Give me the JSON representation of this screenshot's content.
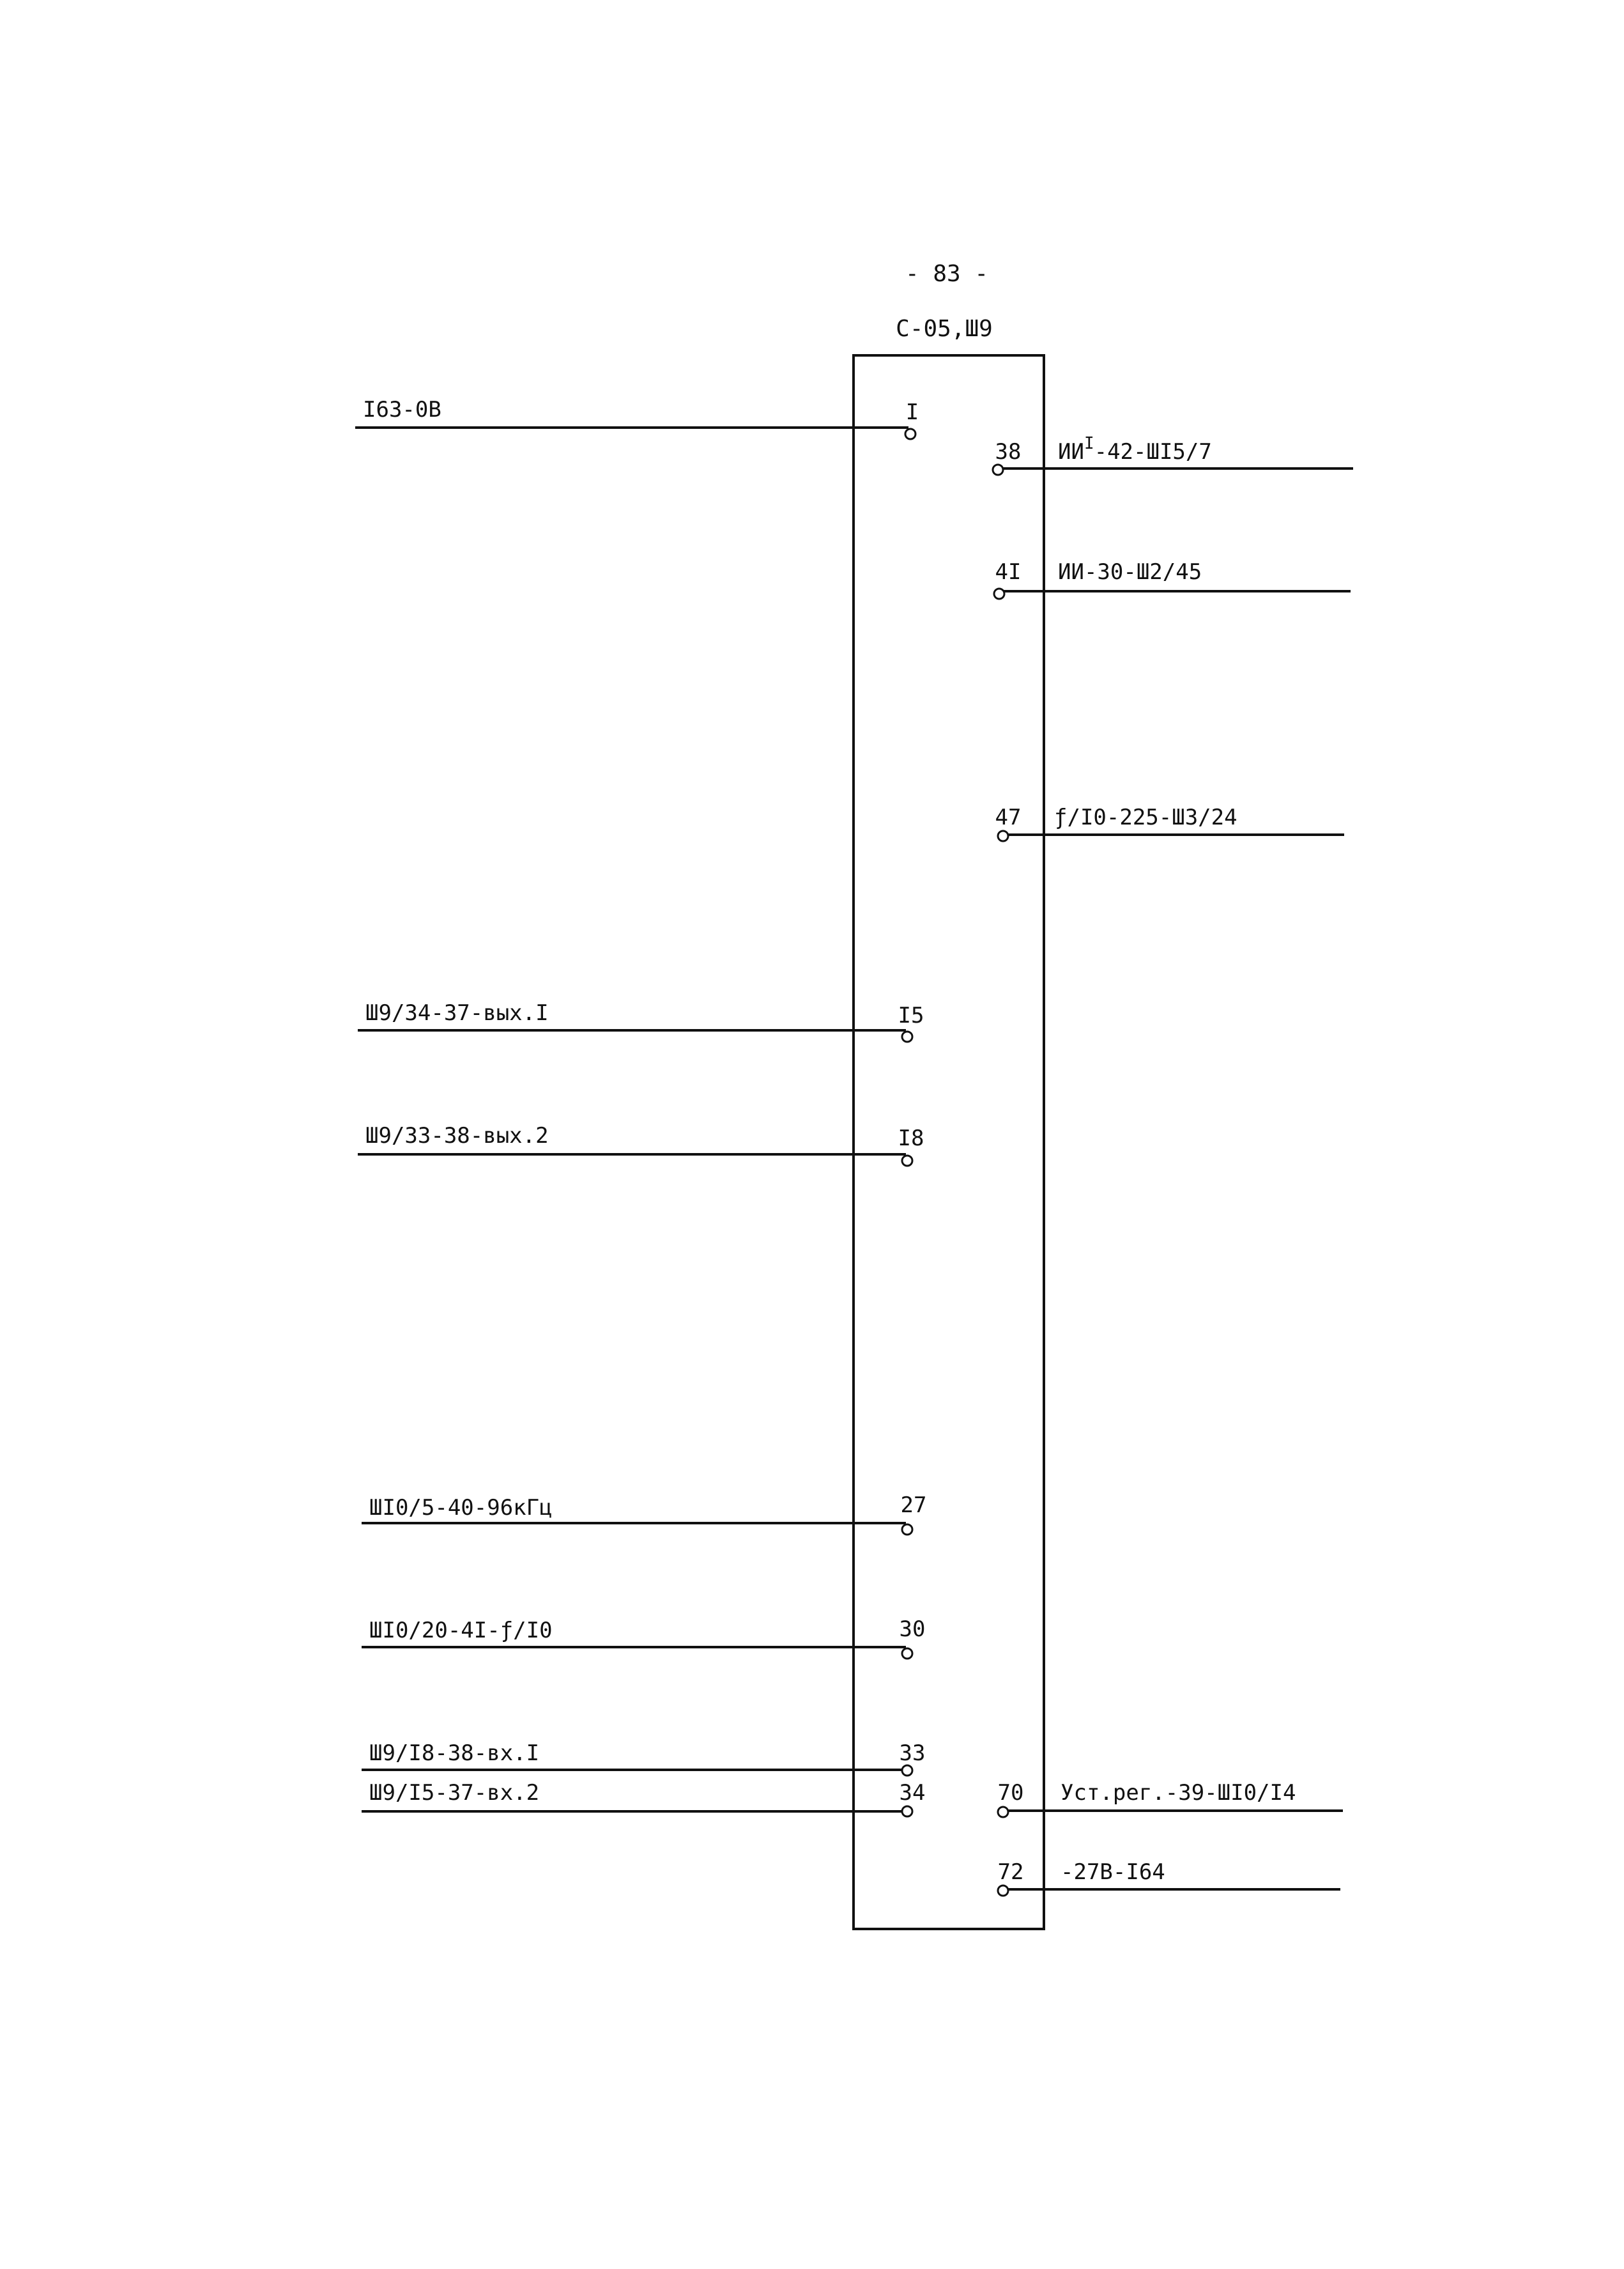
{
  "page_number": "- 83 -",
  "connector_title": "С-05,Ш9",
  "left_pins": [
    {
      "pin": "I",
      "signal": "I63-0В"
    },
    {
      "pin": "I5",
      "signal": "Ш9/34-37-вых.I"
    },
    {
      "pin": "I8",
      "signal": "Ш9/33-38-вых.2"
    },
    {
      "pin": "27",
      "signal": "ШI0/5-40-96кГц"
    },
    {
      "pin": "30",
      "signal": "ШI0/20-4I-ƒ/I0"
    },
    {
      "pin": "33",
      "signal": "Ш9/I8-38-вх.I"
    },
    {
      "pin": "34",
      "signal": "Ш9/I5-37-вх.2"
    }
  ],
  "right_pins": [
    {
      "pin": "38",
      "signal": "ИИ",
      "signal_sup": "I",
      "signal_rest": "-42-ШI5/7"
    },
    {
      "pin": "4I",
      "signal": "ИИ-30-Ш2/45"
    },
    {
      "pin": "47",
      "signal": "ƒ/I0-225-Ш3/24"
    },
    {
      "pin": "70",
      "signal": "Уст.рег.-39-ШI0/I4"
    },
    {
      "pin": "72",
      "signal": "-27В-I64"
    }
  ]
}
